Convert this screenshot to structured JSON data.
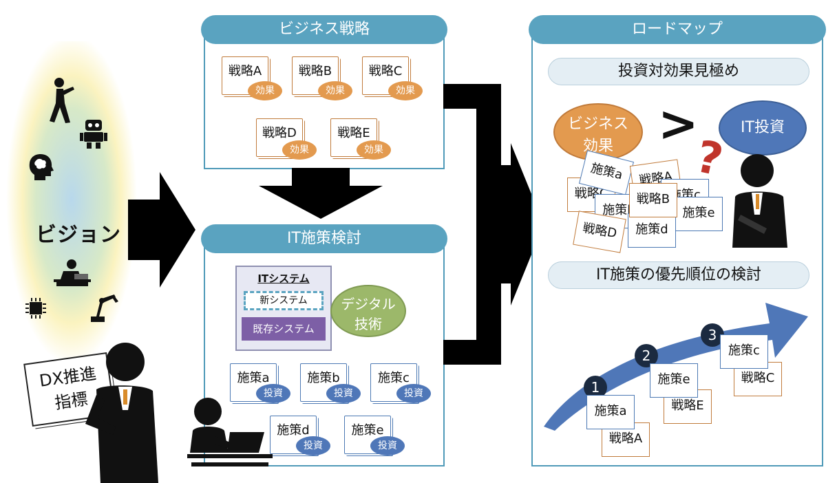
{
  "vision": {
    "title": "ビジョン"
  },
  "dx_indicator": {
    "line1": "DX推進",
    "line2": "指標"
  },
  "business_strategy": {
    "title": "ビジネス戦略",
    "strategies": [
      {
        "label": "戦略A",
        "badge": "効果"
      },
      {
        "label": "戦略B",
        "badge": "効果"
      },
      {
        "label": "戦略C",
        "badge": "効果"
      },
      {
        "label": "戦略D",
        "badge": "効果"
      },
      {
        "label": "戦略E",
        "badge": "効果"
      }
    ]
  },
  "it_policy": {
    "title": "IT施策検討",
    "it_system": {
      "title": "ITシステム",
      "new_system": "新システム",
      "existing_system": "既存システム"
    },
    "digital_tech": {
      "line1": "デジタル",
      "line2": "技術"
    },
    "measures": [
      {
        "label": "施策a",
        "badge": "投資"
      },
      {
        "label": "施策b",
        "badge": "投資"
      },
      {
        "label": "施策c",
        "badge": "投資"
      },
      {
        "label": "施策d",
        "badge": "投資"
      },
      {
        "label": "施策e",
        "badge": "投資"
      }
    ]
  },
  "roadmap": {
    "title": "ロードマップ",
    "roi_title": "投資対効果見極め",
    "business_effect": {
      "line1": "ビジネス",
      "line2": "効果"
    },
    "greater_than": ">",
    "it_investment": "IT投資",
    "question_mark": "?",
    "pile_cards": [
      "戦略C",
      "施策a",
      "戦略A",
      "施策c",
      "戦略B",
      "施策b",
      "施策e",
      "戦略D",
      "施策d"
    ],
    "priority_title": "IT施策の優先順位の検討",
    "priorities": [
      {
        "num": "1",
        "measure": "施策a",
        "strategy": "戦略A"
      },
      {
        "num": "2",
        "measure": "施策e",
        "strategy": "戦略E"
      },
      {
        "num": "3",
        "measure": "施策c",
        "strategy": "戦略C"
      }
    ]
  },
  "colors": {
    "panel_border": "#4f9ab8",
    "header": "#5aa3c0",
    "orange": "#e39a4f",
    "blue": "#4f77b8",
    "green": "#9cb86a",
    "purple": "#7d5fa6",
    "navy": "#1b2a40"
  },
  "icons": [
    "walking-person-icon",
    "robot-icon",
    "brain-head-icon",
    "person-at-laptop-icon",
    "chip-icon",
    "robot-arm-icon",
    "businessman-icon",
    "seated-worker-icon",
    "thinking-person-icon"
  ]
}
